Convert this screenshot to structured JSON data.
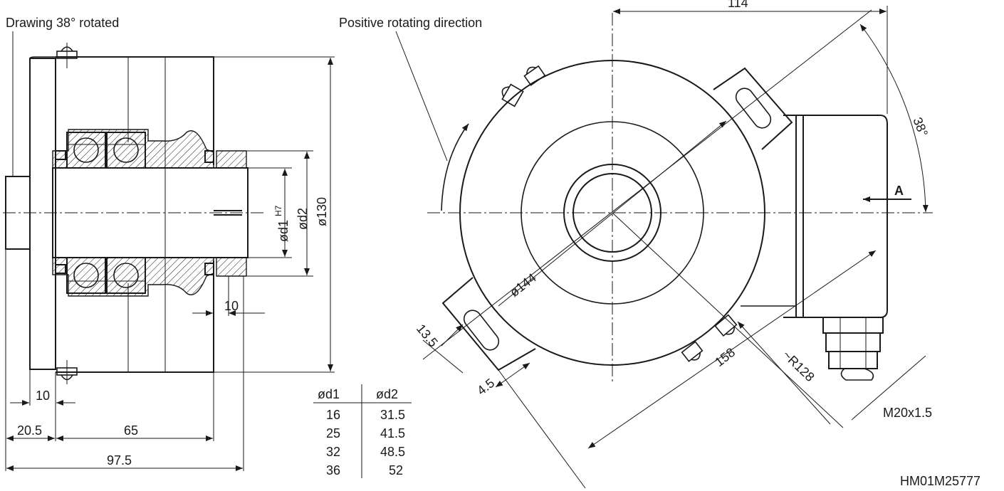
{
  "drawing": {
    "side_view_note": "Drawing 38° rotated",
    "rotation_note": "Positive rotating direction",
    "drawing_number": "HM01M25777",
    "side_dims": {
      "d1": "ød1",
      "d1_tol": "H7",
      "d2": "ød2",
      "d130": "ø130",
      "d10_right": "10",
      "d10_left": "10",
      "d20_5": "20.5",
      "d65": "65",
      "d97_5": "97.5"
    },
    "front_dims": {
      "d114": "114",
      "a38": "38°",
      "view_a": "A",
      "d144": "ø144",
      "d13_5": "13.5",
      "d4_5": "4.5",
      "d158": "158",
      "r128": "~R128",
      "thread": "M20x1.5"
    },
    "table": {
      "headers": [
        "ød1",
        "ød2"
      ],
      "rows": [
        [
          "16",
          "31.5"
        ],
        [
          "25",
          "41.5"
        ],
        [
          "32",
          "48.5"
        ],
        [
          "36",
          "52"
        ]
      ]
    }
  }
}
